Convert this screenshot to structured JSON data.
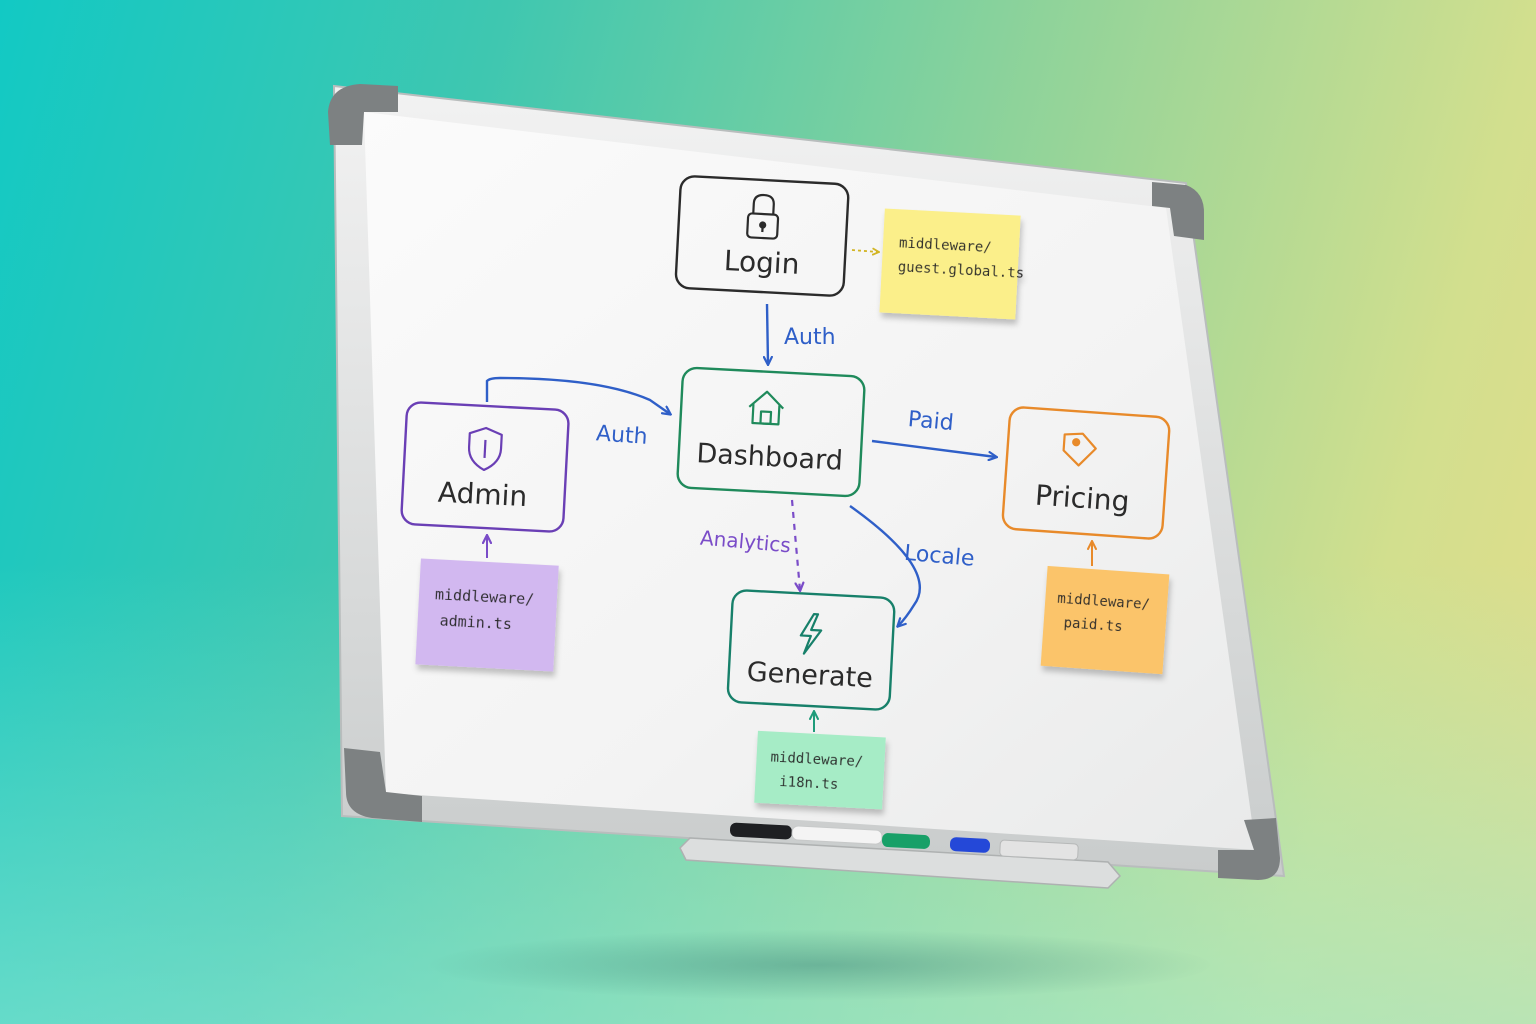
{
  "nodes": {
    "login": {
      "label": "Login",
      "icon": "lock-icon",
      "color": "#2b2b2b"
    },
    "dashboard": {
      "label": "Dashboard",
      "icon": "house-icon",
      "color": "#1f8a5b"
    },
    "admin": {
      "label": "Admin",
      "icon": "shield-icon",
      "color": "#6a3fb5"
    },
    "pricing": {
      "label": "Pricing",
      "icon": "tag-icon",
      "color": "#e88a2a"
    },
    "generate": {
      "label": "Generate",
      "icon": "lightning-icon",
      "color": "#17806a"
    }
  },
  "edges": {
    "login_dashboard": "Auth",
    "admin_dashboard": "Auth",
    "dashboard_pricing": "Paid",
    "dashboard_generate_analytics": "Analytics",
    "dashboard_generate_locale": "Locale"
  },
  "notes": {
    "guest": {
      "line1": "middleware/",
      "line2": "guest.global.ts",
      "color": "#fbef8a"
    },
    "admin": {
      "line1": "middleware/",
      "line2": "admin.ts",
      "color": "#d2b8f0"
    },
    "paid": {
      "line1": "middleware/",
      "line2": "paid.ts",
      "color": "#fbc46a"
    },
    "i18n": {
      "line1": "middleware/",
      "line2": "i18n.ts",
      "color": "#a6ecc6"
    }
  },
  "colors": {
    "edge_blue": "#2f5fc8",
    "edge_purple": "#7a4cc8",
    "arrow_yellow": "#d2b525",
    "arrow_orange": "#e88a2a",
    "arrow_green": "#1f9c7a"
  }
}
